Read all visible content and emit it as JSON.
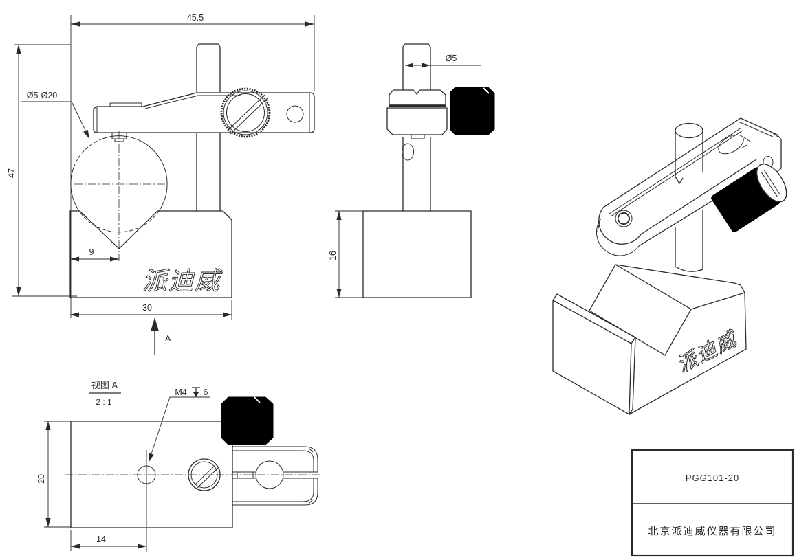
{
  "drawing": {
    "views": {
      "front": {
        "dim_overall_width": "45.5",
        "dim_overall_height": "47",
        "ball_range_callout": "Ø5-Ø20",
        "dim_groove_center": "9",
        "dim_base_width": "30",
        "engraving": "派迪威",
        "view_arrow_label": "A"
      },
      "side": {
        "dim_post_diameter": "Ø5",
        "dim_base_height": "16"
      },
      "isometric": {
        "engraving": "派迪威"
      },
      "view_a": {
        "label": "视图 A",
        "scale": "2 : 1",
        "thread_size": "M4",
        "thread_depth": "6",
        "dim_block_height": "20",
        "dim_hole_offset": "14"
      }
    },
    "title_block": {
      "part_number": "PGG101-20",
      "company_name": "北京派迪威仪器有限公司"
    },
    "colors": {
      "line": "#2a2a2a",
      "knob_fill": "#000000",
      "background": "#ffffff"
    }
  }
}
